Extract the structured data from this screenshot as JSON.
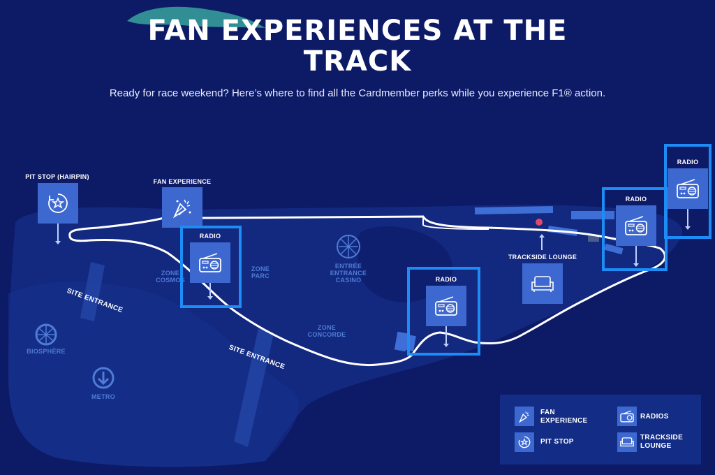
{
  "header": {
    "title_line1": "FAN EXPERIENCES AT THE",
    "title_line2": "TRACK",
    "subtitle": "Ready for race weekend? Here’s where to find all the Cardmember perks while you experience F1® action."
  },
  "colors": {
    "background": "#0d1a66",
    "land": "#13287f",
    "water_dark": "#0e1f70",
    "track": "#ffffff",
    "tile": "#3d68d0",
    "highlight": "#1e8cf5",
    "map_label": "#4f7cd6"
  },
  "map": {
    "labels": {
      "zone_cosmos": "ZONE\nCOSMOS",
      "zone_parc": "ZONE\nPARC",
      "casino": "ENTRÉE\nENTRANCE\nCASINO",
      "zone_concorde": "ZONE\nCONCORDE",
      "biosphere": "BIOSPHÈRE",
      "metro": "METRO"
    },
    "entrances": {
      "entrance_1": "SITE ENTRANCE",
      "entrance_2": "SITE ENTRANCE"
    },
    "pois": {
      "pit_stop": {
        "label": "PIT STOP (HAIRPIN)",
        "icon": "pit-stop-icon"
      },
      "fan_experience": {
        "label": "FAN EXPERIENCE",
        "icon": "confetti-icon"
      },
      "radio_1": {
        "label": "RADIO",
        "icon": "radio-icon"
      },
      "radio_2": {
        "label": "RADIO",
        "icon": "radio-icon"
      },
      "radio_3": {
        "label": "RADIO",
        "icon": "radio-icon"
      },
      "radio_4": {
        "label": "RADIO",
        "icon": "radio-icon"
      },
      "trackside_lounge": {
        "label": "TRACKSIDE LOUNGE",
        "icon": "sofa-icon"
      }
    }
  },
  "legend": {
    "fan_experience": "FAN\nEXPERIENCE",
    "radios": "RADIOS",
    "pit_stop": "PIT STOP",
    "trackside_lounge": "TRACKSIDE\nLOUNGE"
  }
}
